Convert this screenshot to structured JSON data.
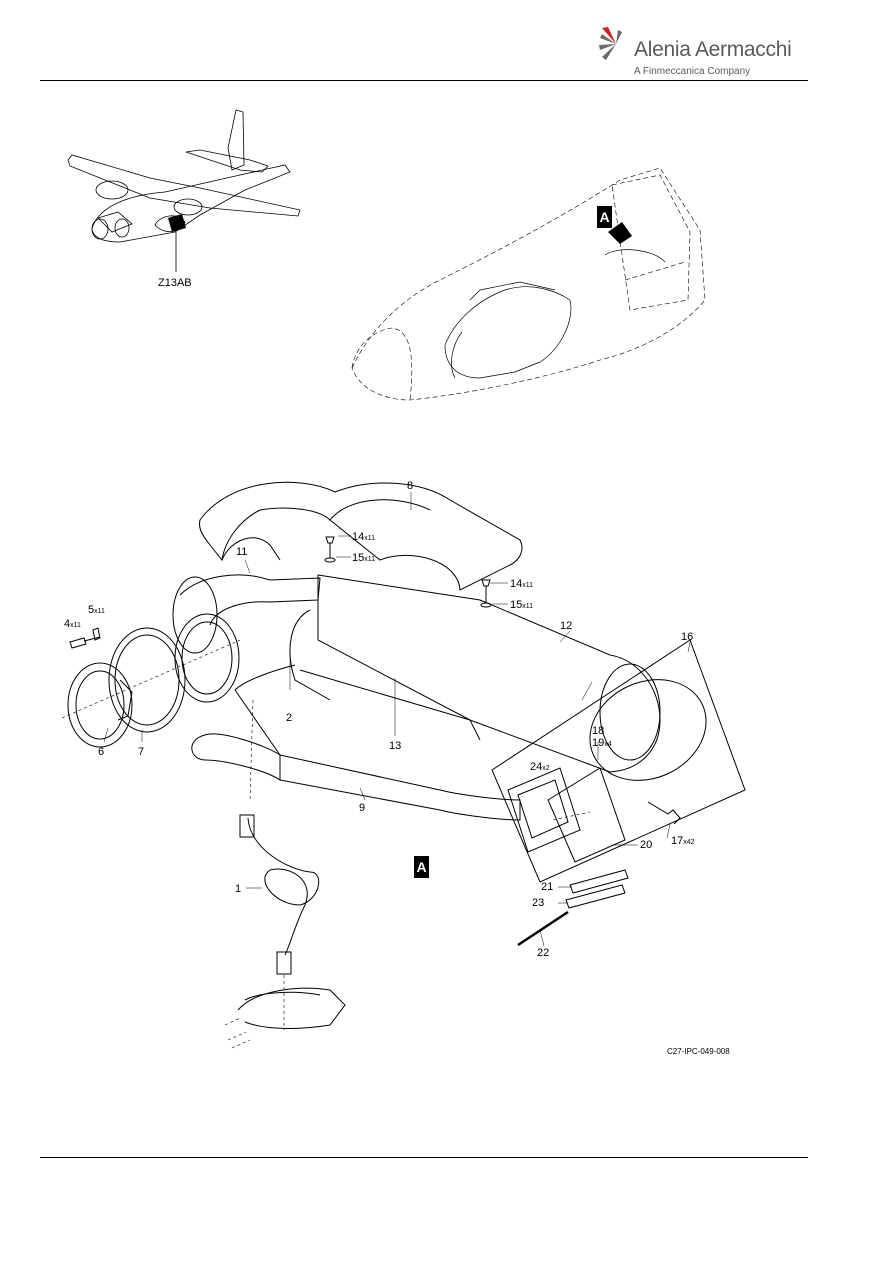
{
  "header": {
    "company": "Alenia Aermacchi",
    "subtitle": "A Finmeccanica Company"
  },
  "overview": {
    "zone": "Z13AB",
    "view_marker": "A"
  },
  "detail": {
    "view_marker": "A",
    "figure_id": "C27-IPC-049-008"
  },
  "callouts": [
    {
      "item": "1",
      "qty": ""
    },
    {
      "item": "2",
      "qty": ""
    },
    {
      "item": "4",
      "qty": "x11"
    },
    {
      "item": "5",
      "qty": "x11"
    },
    {
      "item": "6",
      "qty": ""
    },
    {
      "item": "7",
      "qty": ""
    },
    {
      "item": "8",
      "qty": ""
    },
    {
      "item": "9",
      "qty": ""
    },
    {
      "item": "11",
      "qty": ""
    },
    {
      "item": "12",
      "qty": ""
    },
    {
      "item": "13",
      "qty": ""
    },
    {
      "item": "14",
      "qty": "x11"
    },
    {
      "item": "15",
      "qty": "x11"
    },
    {
      "item": "14",
      "qty": "x11"
    },
    {
      "item": "15",
      "qty": "x11"
    },
    {
      "item": "16",
      "qty": ""
    },
    {
      "item": "17",
      "qty": "x42"
    },
    {
      "item": "18",
      "qty": ""
    },
    {
      "item": "19",
      "qty": "x4"
    },
    {
      "item": "20",
      "qty": ""
    },
    {
      "item": "21",
      "qty": ""
    },
    {
      "item": "22",
      "qty": ""
    },
    {
      "item": "23",
      "qty": ""
    },
    {
      "item": "24",
      "qty": "x2"
    }
  ]
}
